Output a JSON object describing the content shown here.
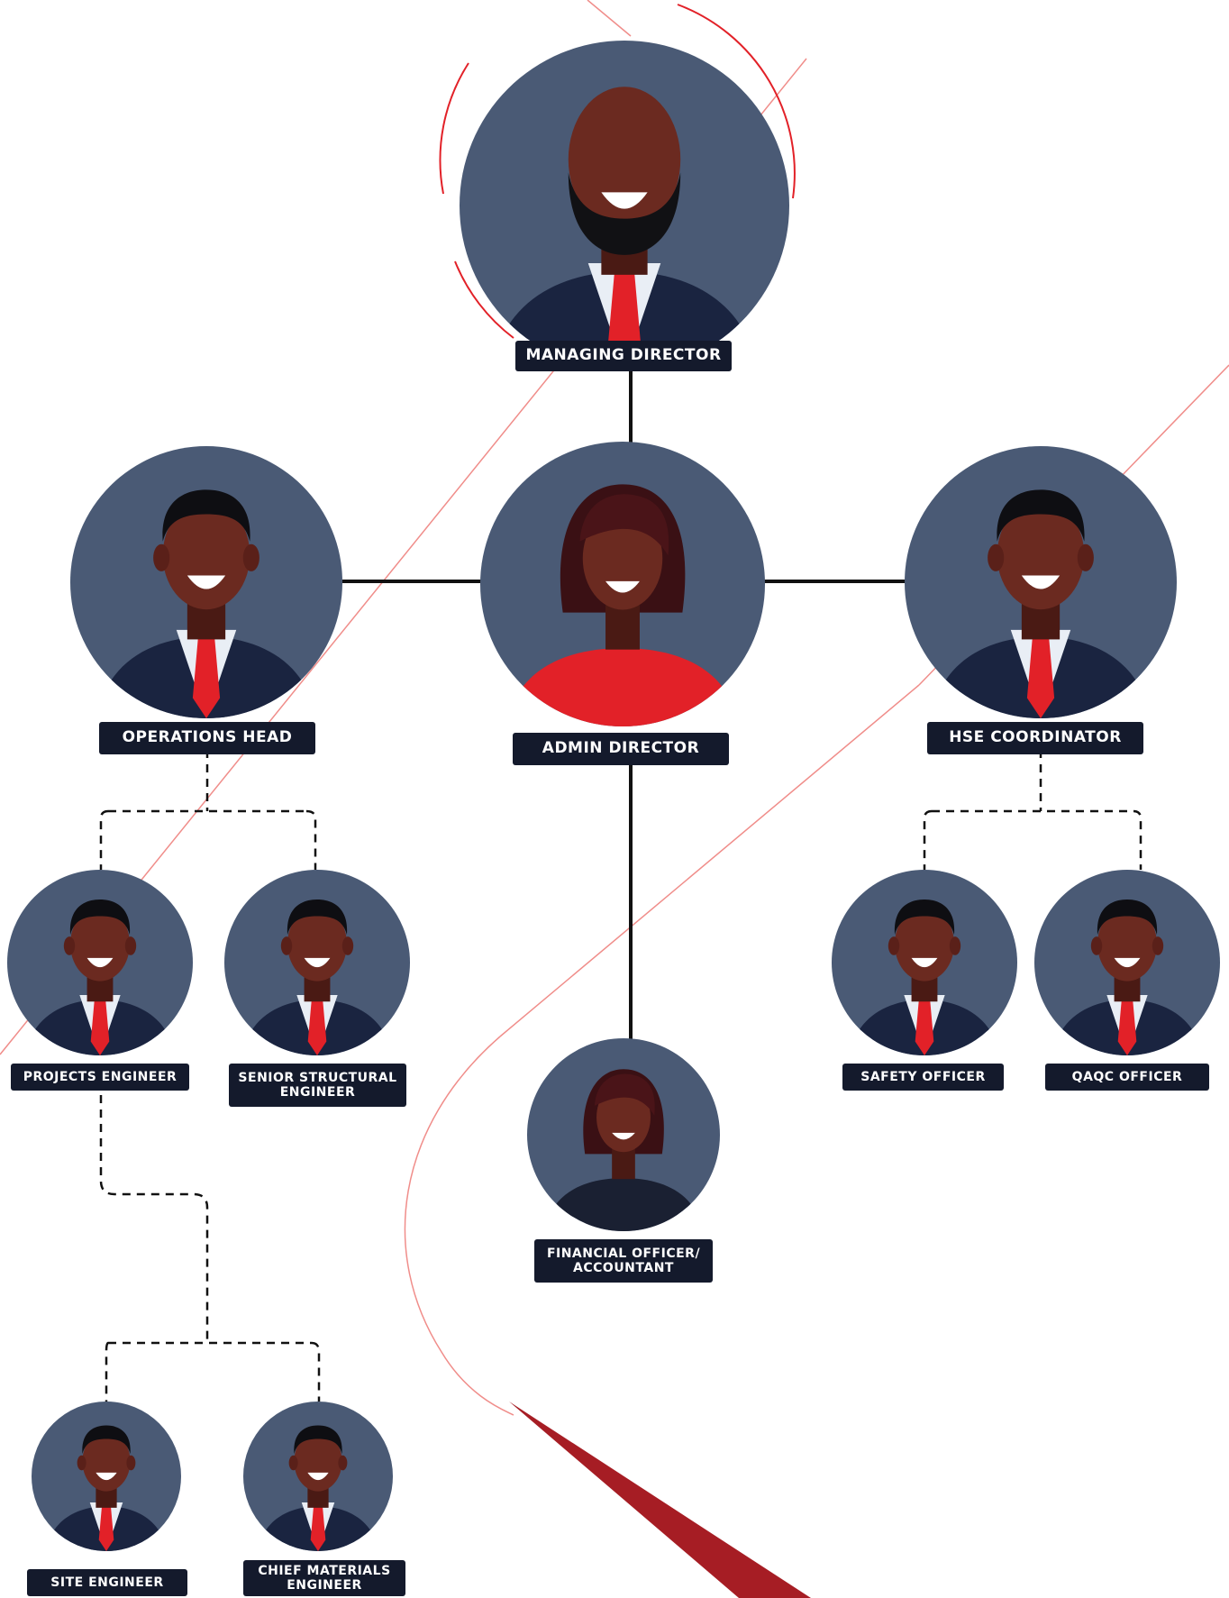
{
  "org_chart": {
    "managing_director": "MANAGING DIRECTOR",
    "operations_head": "OPERATIONS HEAD",
    "admin_director": "ADMIN DIRECTOR",
    "hse_coordinator": "HSE COORDINATOR",
    "projects_engineer": "PROJECTS ENGINEER",
    "senior_structural_engineer": "SENIOR STRUCTURAL ENGINEER",
    "financial_officer": "FINANCIAL OFFICER/ ACCOUNTANT",
    "safety_officer": "SAFETY OFFICER",
    "qaqc_officer": "QAQC OFFICER",
    "site_engineer": "SITE ENGINEER",
    "chief_materials_engineer": "CHIEF MATERIALS ENGINEER"
  },
  "colors": {
    "avatar_background": "#4a5a75",
    "label_background": "#141a2c",
    "accent_red": "#e22128",
    "dark_red": "#a61d24",
    "suit": "#1a2440",
    "skin": "#6b2a20"
  },
  "icons": {
    "man_avatar": "man-avatar-icon",
    "woman_avatar": "woman-avatar-icon",
    "bearded_man_avatar": "bearded-man-avatar-icon"
  }
}
